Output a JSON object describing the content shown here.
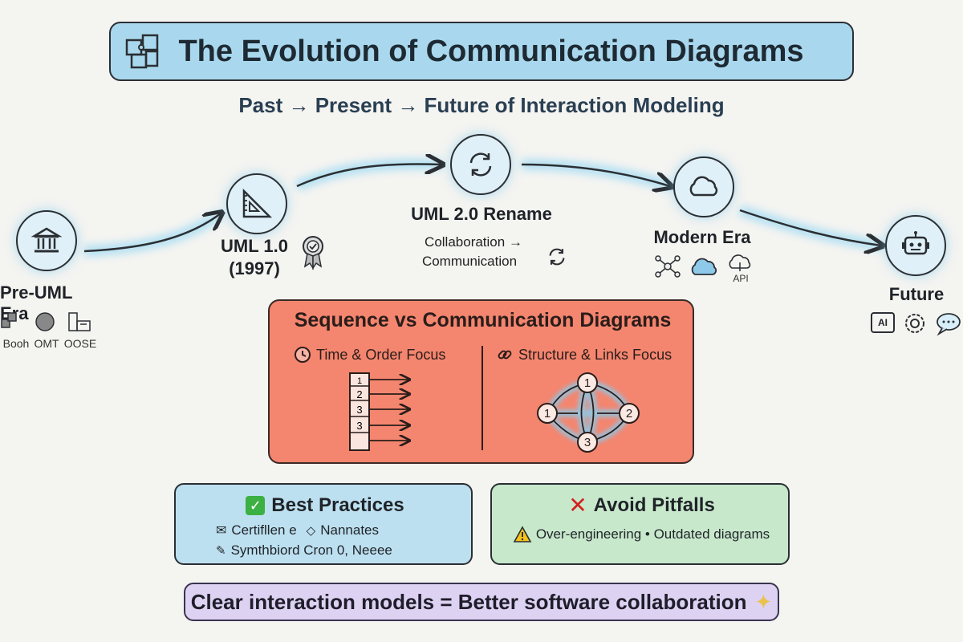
{
  "title": "The Evolution of Communication Diagrams",
  "subtitle": "Past → Present → Future of Interaction Modeling",
  "timeline": {
    "pre_uml": {
      "label": "Pre-UML Era",
      "methods": [
        "Booh",
        "OMT",
        "OOSE"
      ]
    },
    "uml1": {
      "label_line1": "UML 1.0",
      "label_line2": "(1997)"
    },
    "uml2": {
      "label": "UML 2.0 Rename",
      "line1": "Collaboration →",
      "line2": "Communication"
    },
    "modern": {
      "label": "Modern Era",
      "api_label": "API"
    },
    "future": {
      "label": "Future",
      "ai_label": "AI"
    }
  },
  "comparison": {
    "title": "Sequence vs Communication Diagrams",
    "left_heading": "Time & Order Focus",
    "right_heading": "Structure & Links Focus",
    "sequence_steps": [
      "1",
      "2",
      "3",
      "3"
    ],
    "comm_nodes": [
      "1",
      "1",
      "2",
      "3"
    ]
  },
  "best_practices": {
    "title": "Best Practices",
    "item1": "Certifllen e",
    "item2": "Nannates",
    "item3": "Symthbiord Cron 0, Neeee"
  },
  "pitfalls": {
    "title": "Avoid Pitfalls",
    "item": "Over-engineering • Outdated diagrams"
  },
  "footer": "Clear interaction models = Better software collaboration",
  "colors": {
    "title_bg": "#a9d8ee",
    "comparison_bg": "#f4856f",
    "best_bg": "#bde0f0",
    "pitfall_bg": "#c8e8cc",
    "footer_bg": "#ddd2f2",
    "glow": "#7fd0f4"
  }
}
